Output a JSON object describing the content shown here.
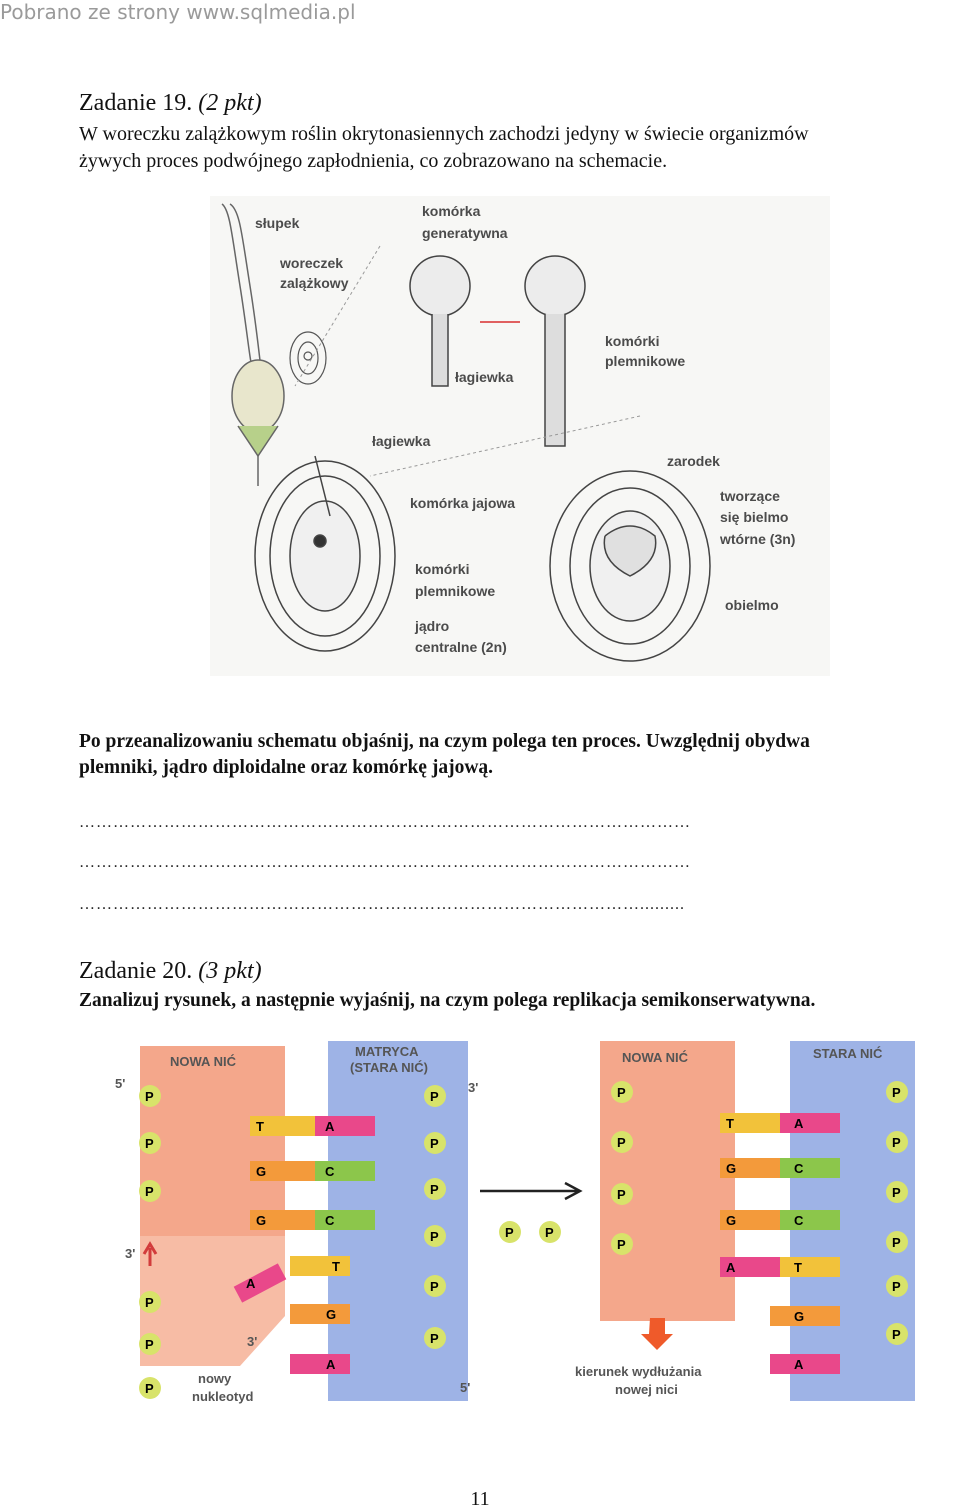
{
  "watermark": "Pobrano ze strony www.sqlmedia.pl",
  "task19": {
    "title": "Zadanie 19.",
    "points": "(2 pkt)",
    "intro_line1": "W woreczku zalążkowym roślin okrytonasiennych zachodzi jedyny w świecie organizmów",
    "intro_line2": "żywych proces podwójnego zapłodnienia, co zobrazowano na schemacie.",
    "question_line1": "Po przeanalizowaniu schematu objaśnij, na czym polega ten proces. Uwzględnij obydwa",
    "question_line2": "plemniki, jądro diploidalne oraz komórkę jajową.",
    "answer_line1": "………………………………………………………………………………………………",
    "answer_line2": "………………………………………………………………………………………………",
    "answer_line3": "……………………………………………………………………………………….........",
    "figure_labels": {
      "slupek": "słupek",
      "woreczek1": "woreczek",
      "woreczek2": "zalążkowy",
      "komorka_gen1": "komórka",
      "komorka_gen2": "generatywna",
      "lagiewka_top": "łagiewka",
      "plemniki_top1": "komórki",
      "plemniki_top2": "plemnikowe",
      "lagiewka_mid": "łagiewka",
      "zarodek": "zarodek",
      "komorka_jajowa": "komórka jajowa",
      "tworzace1": "tworzące",
      "tworzace2": "się bielmo",
      "tworzace3": "wtórne (3n)",
      "plemniki_bot1": "komórki",
      "plemniki_bot2": "plemnikowe",
      "obielmo": "obielmo",
      "jadro1": "jądro",
      "jadro2": "centralne (2n)"
    }
  },
  "task20": {
    "title": "Zadanie 20.",
    "points": "(3 pkt)",
    "instruction": "Zanalizuj rysunek, a następnie wyjaśnij, na czym polega replikacja semikonserwatywna.",
    "figure_labels": {
      "nowa_nic_left": "NOWA NIĆ",
      "matryca1": "MATRYCA",
      "matryca2": "(STARA NIĆ)",
      "nowa_nic_right": "NOWA NIĆ",
      "stara_nic_right": "STARA NIĆ",
      "five_prime_tl": "5'",
      "three_prime_tr": "3'",
      "three_prime_ml": "3'",
      "three_prime_mid": "3'",
      "five_prime_br": "5'",
      "nowy1": "nowy",
      "nowy2": "nukleotyd",
      "kierunek1": "kierunek wydłużania",
      "kierunek2": "nowej nici",
      "p": "P",
      "bases_left_new": [
        "T",
        "G",
        "G"
      ],
      "bases_left_template": [
        "A",
        "C",
        "C",
        "T",
        "G",
        "A"
      ],
      "incoming_base": "A",
      "bases_right_new": [
        "T",
        "G",
        "G",
        "A"
      ],
      "bases_right_old": [
        "A",
        "C",
        "C",
        "T",
        "G",
        "A"
      ]
    }
  },
  "page_number": "11",
  "colors": {
    "salmon": "#f4a78b",
    "blue": "#9eb3e6",
    "green_p": "#d8e36a",
    "base_T": "#f2c23a",
    "base_A": "#e9488a",
    "base_G": "#f39a3b",
    "base_C": "#8cc64b"
  }
}
